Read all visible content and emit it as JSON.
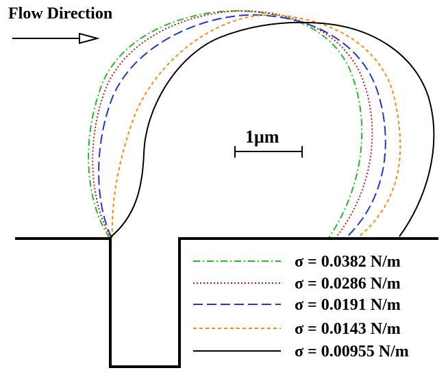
{
  "header": {
    "flow_label": "Flow Direction",
    "scale_label": "1μm"
  },
  "legend": {
    "entries": [
      {
        "label": "σ = 0.0382 N/m",
        "color": "#22bb22",
        "dash": "dashdot"
      },
      {
        "label": "σ = 0.0286 N/m",
        "color": "#cc1111",
        "dash": "dotted"
      },
      {
        "label": "σ = 0.0191 N/m",
        "color": "#2233dd",
        "dash": "dashed"
      },
      {
        "label": "σ = 0.0143 N/m",
        "color": "#ff8811",
        "dash": "shortdash"
      },
      {
        "label": "σ = 0.00955 N/m",
        "color": "#000000",
        "dash": "solid"
      }
    ]
  }
}
